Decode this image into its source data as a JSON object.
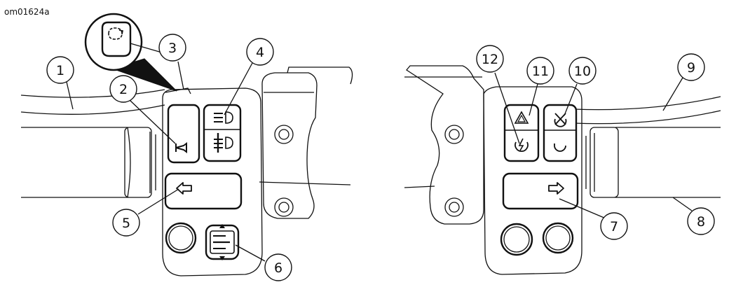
{
  "figure_id": "om01624a",
  "callouts": [
    {
      "id": "1",
      "label": "1"
    },
    {
      "id": "2",
      "label": "2"
    },
    {
      "id": "3",
      "label": "3"
    },
    {
      "id": "4",
      "label": "4"
    },
    {
      "id": "5",
      "label": "5"
    },
    {
      "id": "6",
      "label": "6"
    },
    {
      "id": "7",
      "label": "7"
    },
    {
      "id": "8",
      "label": "8"
    },
    {
      "id": "9",
      "label": "9"
    },
    {
      "id": "10",
      "label": "10"
    },
    {
      "id": "11",
      "label": "11"
    },
    {
      "id": "12",
      "label": "12"
    }
  ],
  "icons": {
    "left": [
      "horn-icon",
      "headlamp-high-beam-icon",
      "passing-lamp-icon",
      "left-turn-signal-icon",
      "cruise-toggle-icon",
      "auxiliary-icon"
    ],
    "right": [
      "hazard-warning-icon",
      "engine-stop-icon",
      "start-icon",
      "right-turn-signal-icon"
    ]
  }
}
